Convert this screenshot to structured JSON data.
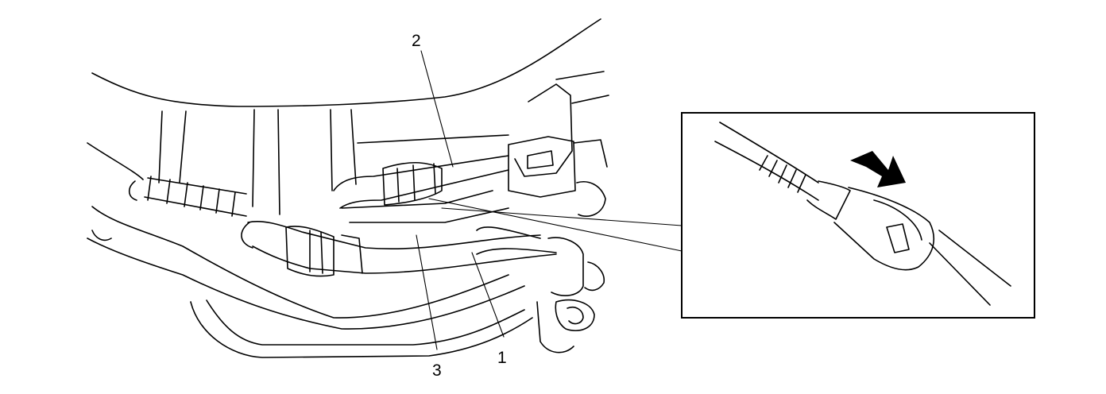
{
  "callouts": [
    {
      "id": "callout-1",
      "text": "1"
    },
    {
      "id": "callout-2",
      "text": "2"
    },
    {
      "id": "callout-3",
      "text": "3"
    }
  ],
  "icons": {
    "arrow": "direction-arrow-icon",
    "inset": "detail-inset"
  }
}
